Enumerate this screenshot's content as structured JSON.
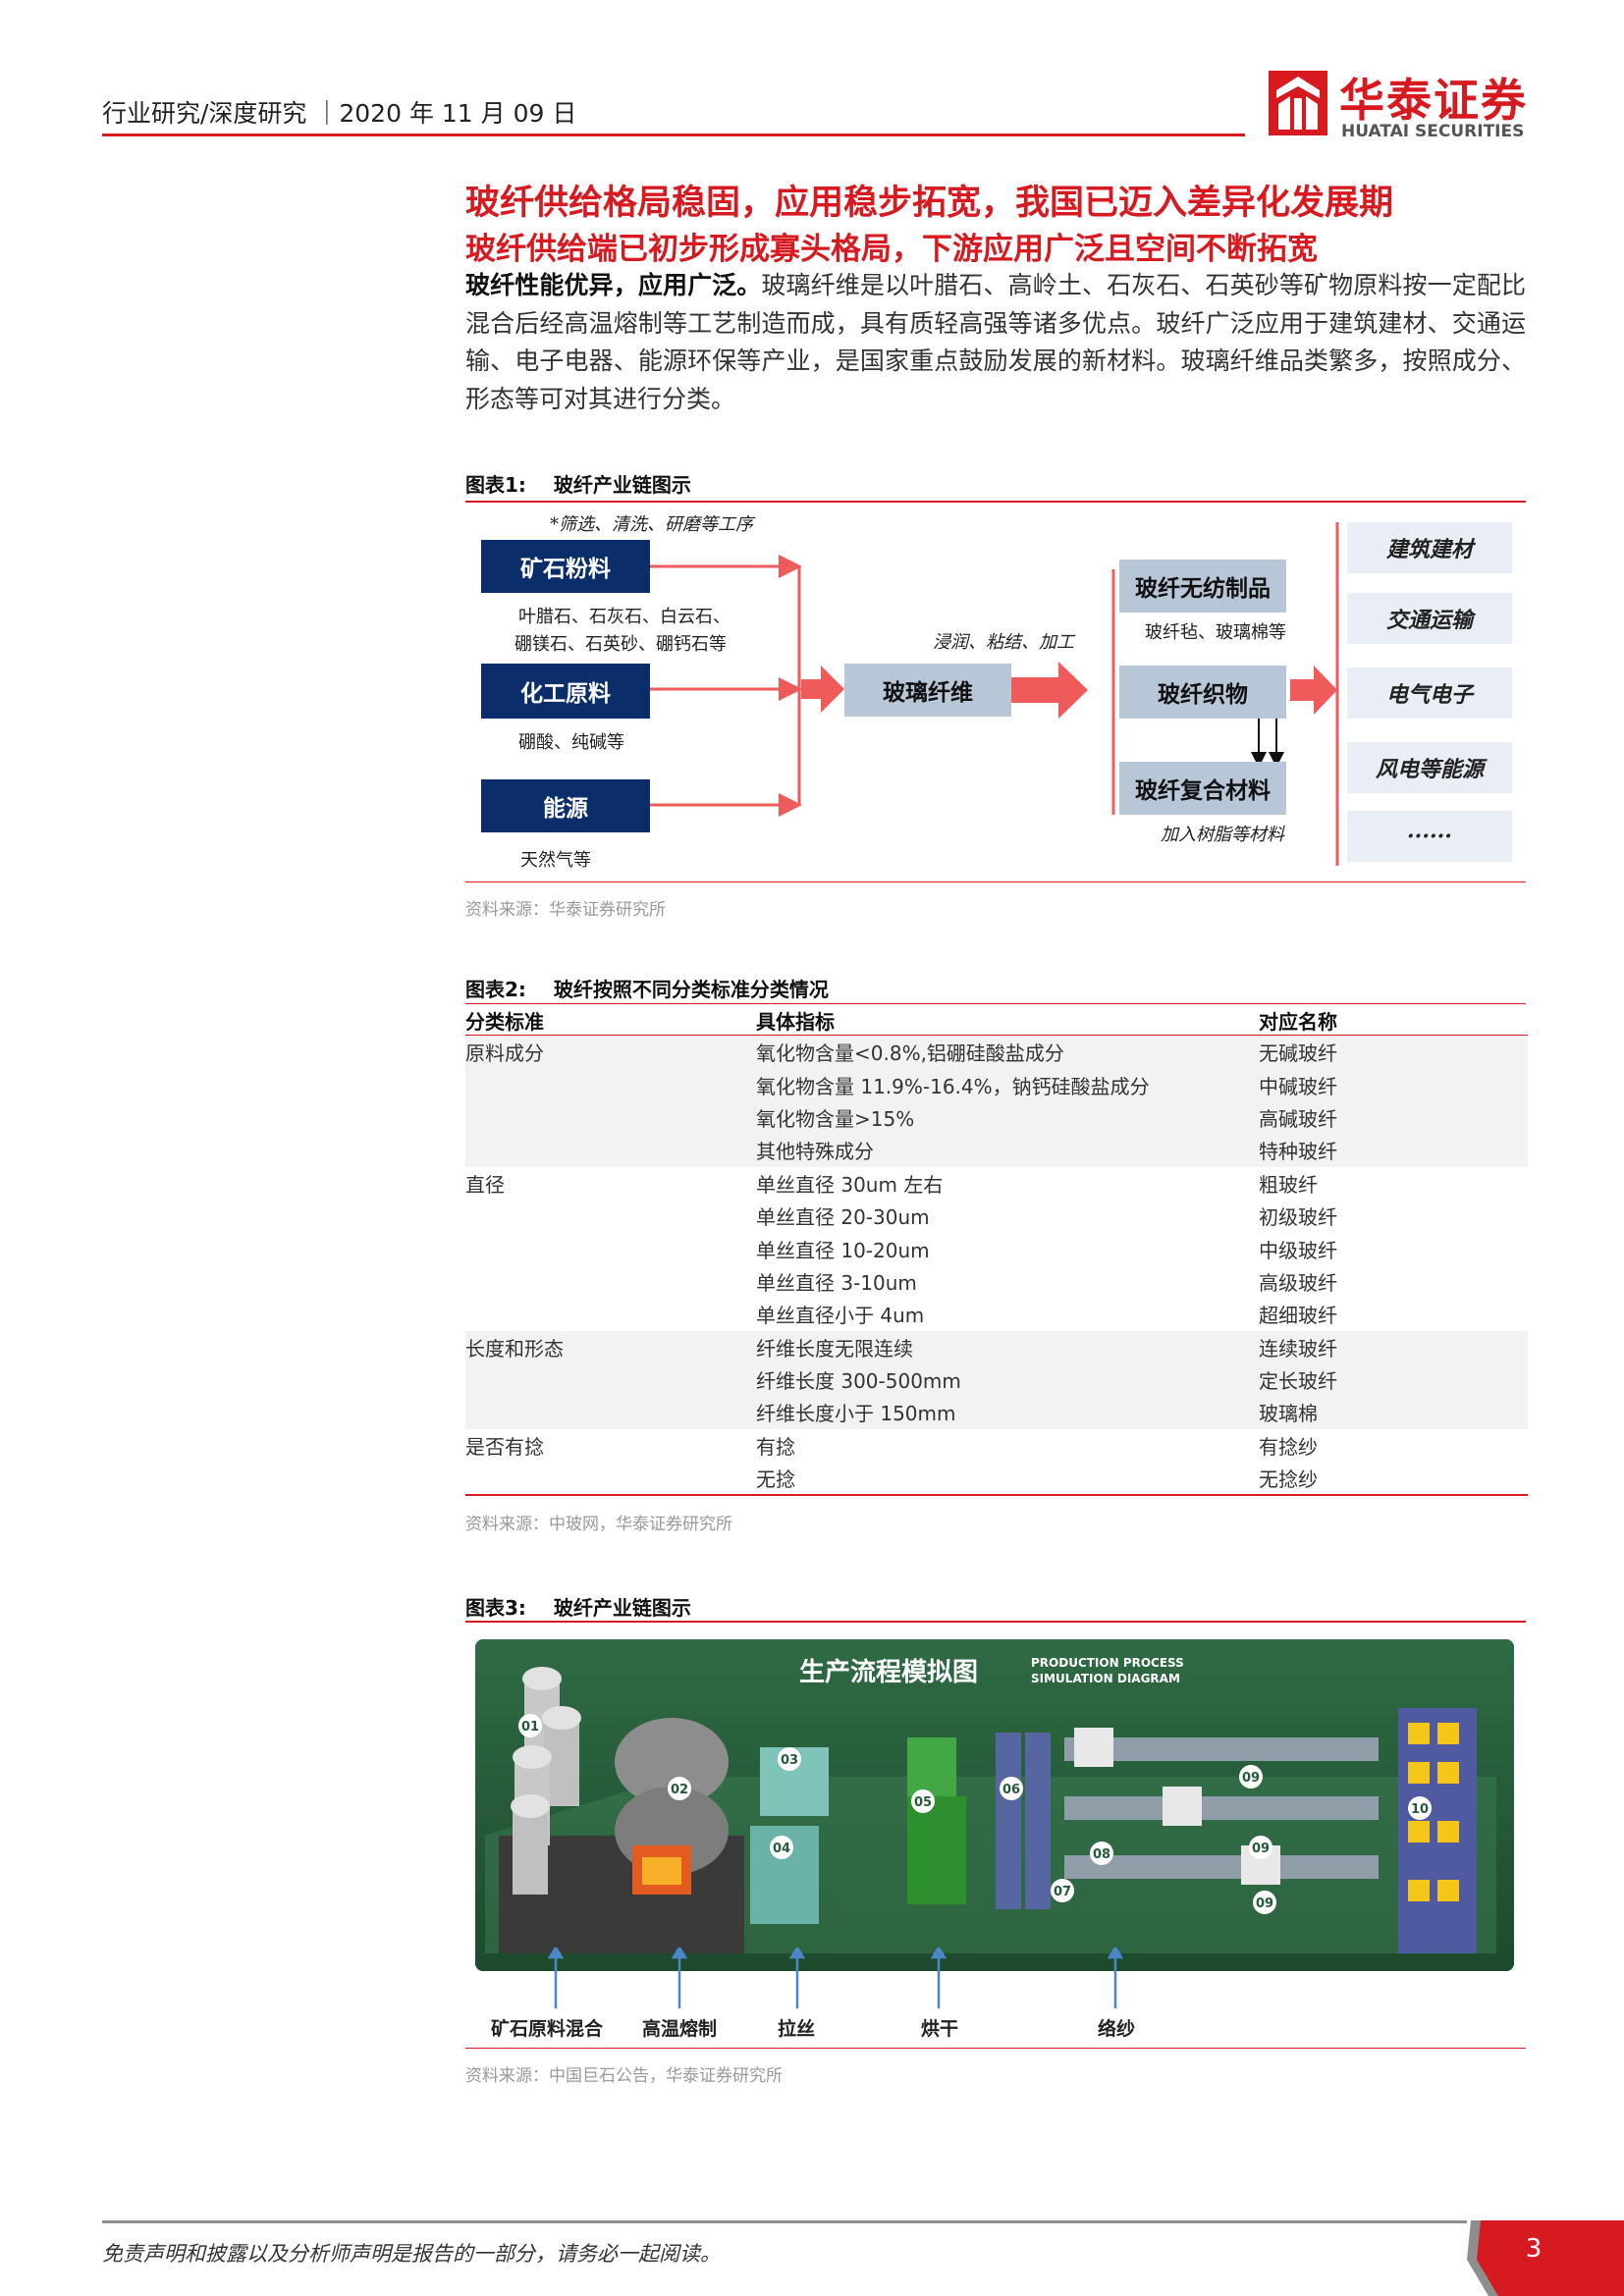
{
  "header": {
    "breadcrumb": "行业研究/深度研究 ｜2020 年 11 月 09 日",
    "logo_cn": "华泰证券",
    "logo_en": "HUATAI SECURITIES",
    "brand_color": "#d71920"
  },
  "headings": {
    "h1": "玻纤供给格局稳固，应用稳步拓宽，我国已迈入差异化发展期",
    "h2": "玻纤供给端已初步形成寡头格局，下游应用广泛且空间不断拓宽"
  },
  "intro": {
    "lead": "玻纤性能优异，应用广泛。",
    "body": "玻璃纤维是以叶腊石、高岭土、石灰石、石英砂等矿物原料按一定配比混合后经高温熔制等工艺制造而成，具有质轻高强等诸多优点。玻纤广泛应用于建筑建材、交通运输、电子电器、能源环保等产业，是国家重点鼓励发展的新材料。玻璃纤维品类繁多，按照成分、形态等可对其进行分类。"
  },
  "fig1": {
    "label": "图表1:",
    "title": "玻纤产业链图示",
    "top_note": "*筛选、清洗、研磨等工序",
    "inputs": [
      {
        "name": "矿石粉料",
        "note1": "叶腊石、石灰石、白云石、",
        "note2": "硼镁石、石英砂、硼钙石等"
      },
      {
        "name": "化工原料",
        "note1": "硼酸、纯碱等"
      },
      {
        "name": "能源",
        "note1": "天然气等"
      }
    ],
    "center": "玻璃纤维",
    "process_note": "浸润、粘结、加工",
    "products": [
      {
        "name": "玻纤无纺制品",
        "note": "玻纤毡、玻璃棉等"
      },
      {
        "name": "玻纤织物"
      },
      {
        "name": "玻纤复合材料",
        "note": "加入树脂等材料"
      }
    ],
    "apps": [
      "建筑建材",
      "交通运输",
      "电气电子",
      "风电等能源",
      "······"
    ],
    "source": "资料来源：华泰证券研究所"
  },
  "fig2": {
    "label": "图表2:",
    "title": "玻纤按照不同分类标准分类情况",
    "headers": [
      "分类标准",
      "具体指标",
      "对应名称"
    ],
    "rows": [
      [
        "原料成分",
        "氧化物含量<0.8%,铝硼硅酸盐成分",
        "无碱玻纤"
      ],
      [
        "",
        "氧化物含量 11.9%-16.4%，钠钙硅酸盐成分",
        "中碱玻纤"
      ],
      [
        "",
        "氧化物含量>15%",
        "高碱玻纤"
      ],
      [
        "",
        "其他特殊成分",
        "特种玻纤"
      ],
      [
        "直径",
        "单丝直径 30um 左右",
        "粗玻纤"
      ],
      [
        "",
        "单丝直径 20-30um",
        "初级玻纤"
      ],
      [
        "",
        "单丝直径 10-20um",
        "中级玻纤"
      ],
      [
        "",
        "单丝直径 3-10um",
        "高级玻纤"
      ],
      [
        "",
        "单丝直径小于 4um",
        "超细玻纤"
      ],
      [
        "长度和形态",
        "纤维长度无限连续",
        "连续玻纤"
      ],
      [
        "",
        "纤维长度 300-500mm",
        "定长玻纤"
      ],
      [
        "",
        "纤维长度小于 150mm",
        "玻璃棉"
      ],
      [
        "是否有捻",
        "有捻",
        "有捻纱"
      ],
      [
        "",
        "无捻",
        "无捻纱"
      ]
    ],
    "source": "资料来源：中玻网，华泰证券研究所"
  },
  "fig3": {
    "label": "图表3:",
    "title": "玻纤产业链图示",
    "image_title_cn": "生产流程模拟图",
    "image_title_en1": "PRODUCTION PROCESS",
    "image_title_en2": "SIMULATION DIAGRAM",
    "markers": [
      "01",
      "02",
      "03",
      "04",
      "05",
      "06",
      "07",
      "08",
      "09",
      "09",
      "09",
      "10"
    ],
    "stages": [
      "矿石原料混合",
      "高温熔制",
      "拉丝",
      "烘干",
      "络纱"
    ],
    "source": "资料来源：中国巨石公告，华泰证券研究所"
  },
  "footer": {
    "disclaimer": "免责声明和披露以及分析师声明是报告的一部分，请务必一起阅读。",
    "page_number": "3"
  }
}
